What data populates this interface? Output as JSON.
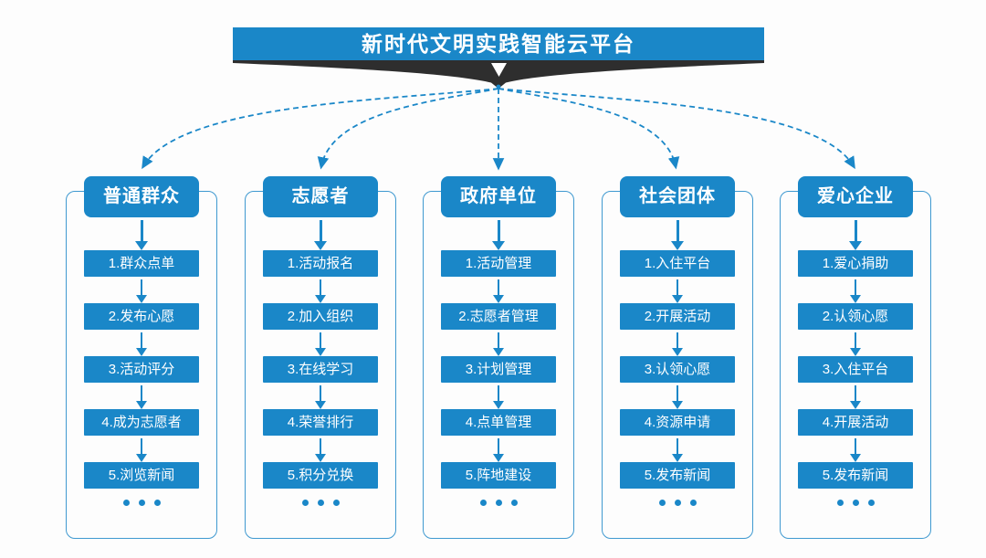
{
  "title": "新时代文明实践智能云平台",
  "ellipsis": "...",
  "colors": {
    "primary": "#1a87c8",
    "frame_border": "#3f99d0",
    "ribbon_dark": "#2e2e2e",
    "background": "#fdfdfd",
    "text_on_blue": "#ffffff"
  },
  "columns": [
    {
      "header": "普通群众",
      "items": [
        "1.群众点单",
        "2.发布心愿",
        "3.活动评分",
        "4.成为志愿者",
        "5.浏览新闻"
      ]
    },
    {
      "header": "志愿者",
      "items": [
        "1.活动报名",
        "2.加入组织",
        "3.在线学习",
        "4.荣誉排行",
        "5.积分兑换"
      ]
    },
    {
      "header": "政府单位",
      "items": [
        "1.活动管理",
        "2.志愿者管理",
        "3.计划管理",
        "4.点单管理",
        "5.阵地建设"
      ]
    },
    {
      "header": "社会团体",
      "items": [
        "1.入住平台",
        "2.开展活动",
        "3.认领心愿",
        "4.资源申请",
        "5.发布新闻"
      ]
    },
    {
      "header": "爱心企业",
      "items": [
        "1.爱心捐助",
        "2.认领心愿",
        "3.入住平台",
        "4.开展活动",
        "5.发布新闻"
      ]
    }
  ]
}
